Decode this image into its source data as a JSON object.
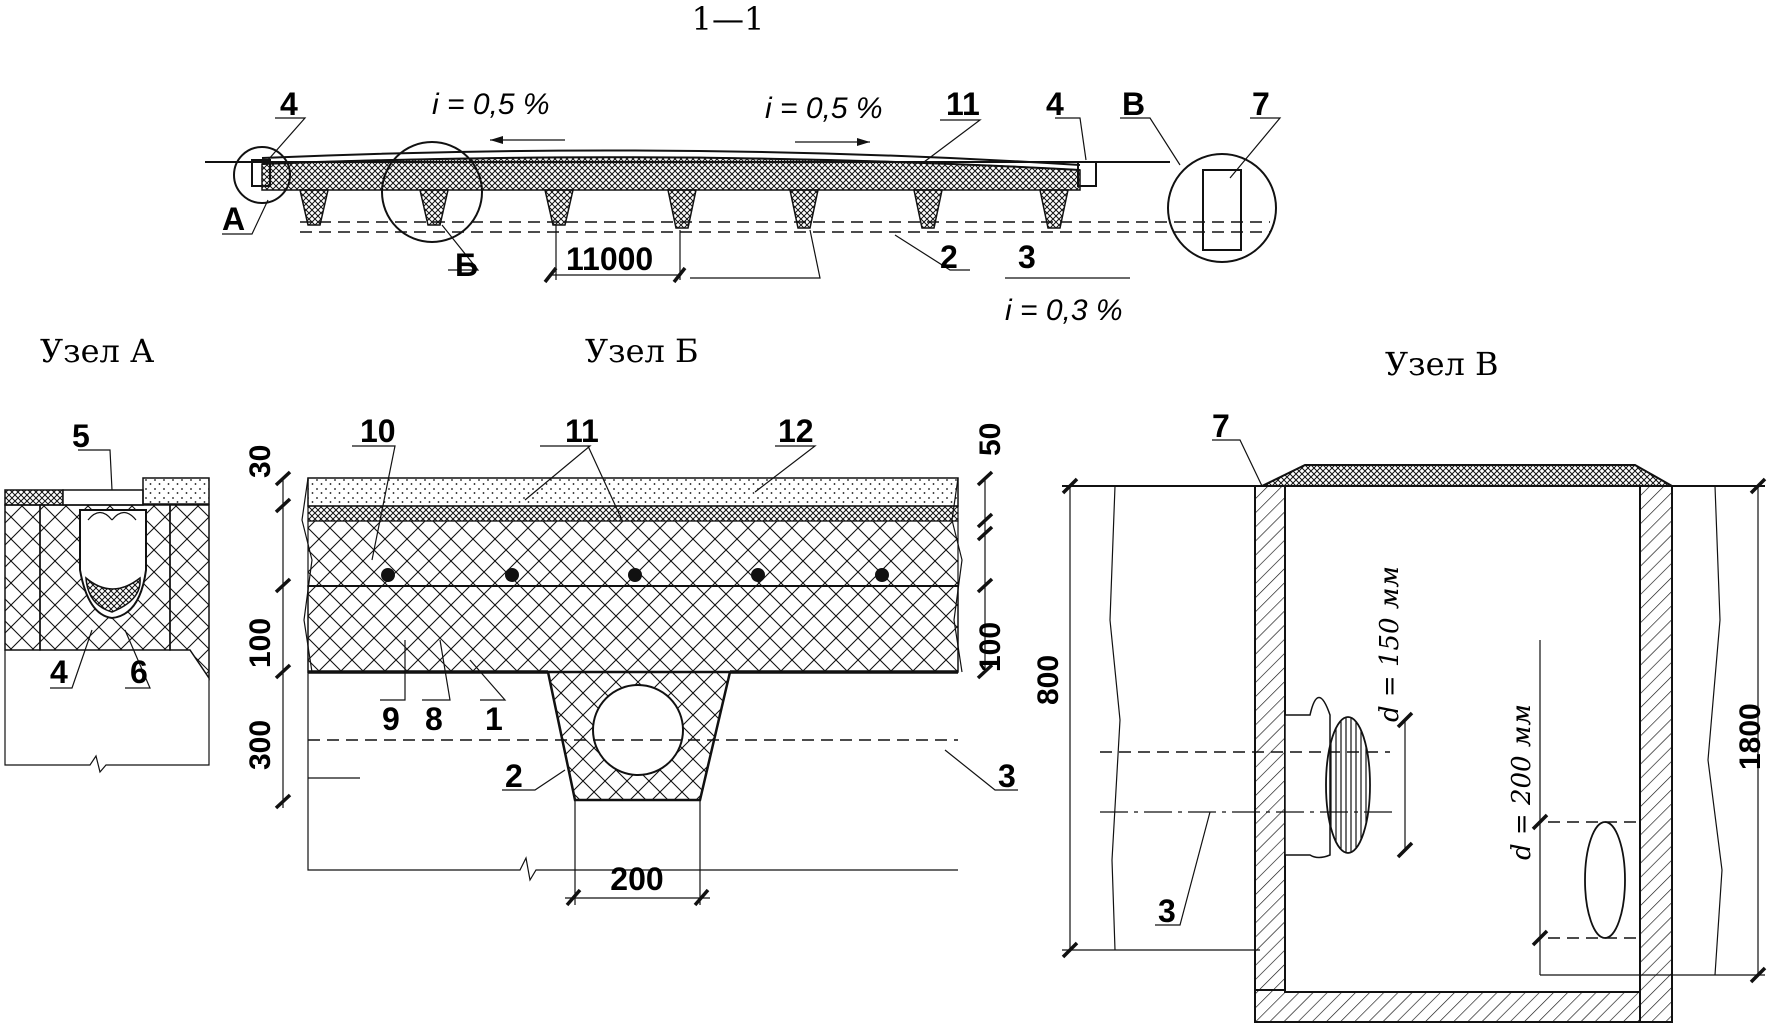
{
  "section": {
    "title": "1—1"
  },
  "overview": {
    "slope_left": "i = 0,5 %",
    "slope_right": "i = 0,5 %",
    "slope_bottom": "i = 0,3 %",
    "dim_span": "11000",
    "label_4_left": "4",
    "label_4_right": "4",
    "label_11": "11",
    "label_B_node": "В",
    "label_7": "7",
    "label_A": "А",
    "label_Б": "Б",
    "label_2": "2",
    "label_3": "3"
  },
  "node_a": {
    "title": "Узел А",
    "label_5": "5",
    "label_4": "4",
    "label_6": "6"
  },
  "node_b": {
    "title": "Узел Б",
    "label_10": "10",
    "label_11": "11",
    "label_12": "12",
    "label_9": "9",
    "label_8": "8",
    "label_1": "1",
    "label_2": "2",
    "label_3": "3",
    "dim_30": "30",
    "dim_50": "50",
    "dim_100_left": "100",
    "dim_100_right": "100",
    "dim_300": "300",
    "dim_200": "200"
  },
  "node_v": {
    "title": "Узел В",
    "label_7": "7",
    "label_3": "3",
    "dim_800": "800",
    "dim_1800": "1800",
    "d150": "d = 150 мм",
    "d200": "d = 200 мм"
  },
  "colors": {
    "ink": "#111111",
    "paper": "#ffffff"
  }
}
